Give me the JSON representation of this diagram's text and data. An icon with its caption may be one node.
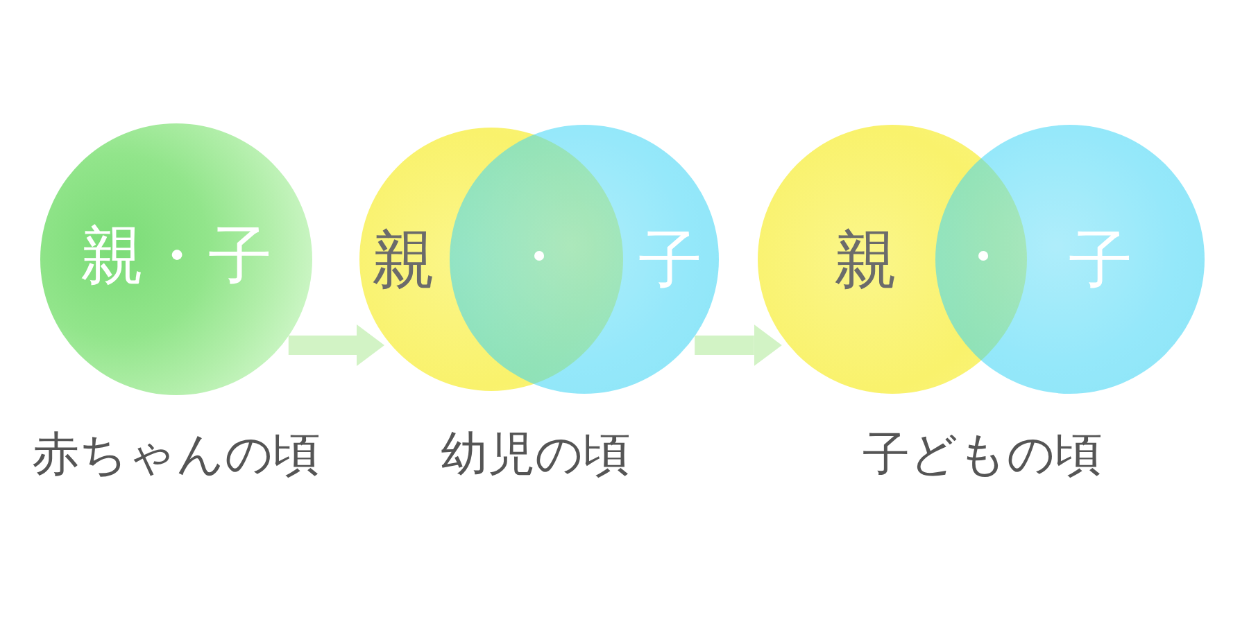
{
  "diagram": {
    "nodes": [
      {
        "text": [
          "親・子"
        ]
      },
      {
        "text": [
          "親"
        ]
      },
      {
        "text": [
          "子"
        ]
      },
      {
        "text": [
          "親"
        ]
      },
      {
        "text": [
          "子"
        ]
      }
    ],
    "edges": [
      {
        "from": 0,
        "to": 1,
        "arrow": "to"
      },
      {
        "from": 2,
        "to": 3,
        "arrow": "to"
      }
    ],
    "labels": [
      "・",
      "・",
      "赤ちゃんの頃",
      "幼児の頃",
      "子どもの頃"
    ]
  }
}
